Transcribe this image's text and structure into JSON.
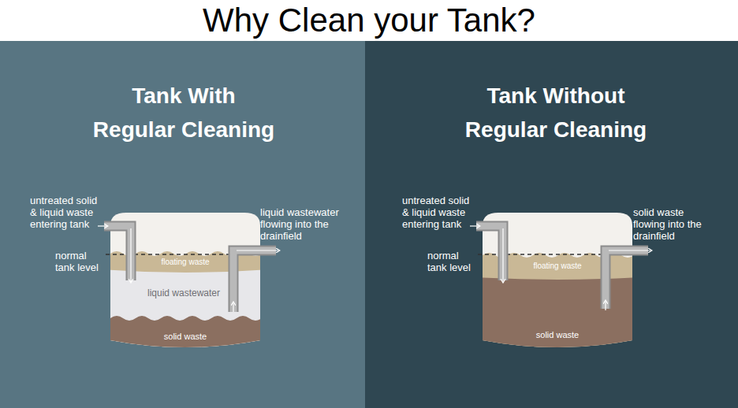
{
  "diagram": {
    "title": "Why Clean your Tank?",
    "nodes": [
      {
        "text": [
          "Tank With Regular Cleaning"
        ]
      },
      {
        "text": [
          "floating waste"
        ],
        "in": 0
      },
      {
        "text": [
          "liquid wastewater"
        ],
        "in": 0
      },
      {
        "text": [
          "solid waste"
        ],
        "in": 0
      },
      {
        "text": [
          "Tank Without Regular Cleaning"
        ]
      },
      {
        "text": [
          "floating waste"
        ],
        "in": 4
      },
      {
        "text": [
          "solid waste"
        ],
        "in": 4
      }
    ],
    "labels": [
      "untreated solid & liquid waste entering tank",
      "normal tank level",
      "liquid wastewater flowing into the drainfield",
      "untreated solid & liquid waste entering tank",
      "normal tank level",
      "solid waste flowing into the drainfield"
    ]
  }
}
